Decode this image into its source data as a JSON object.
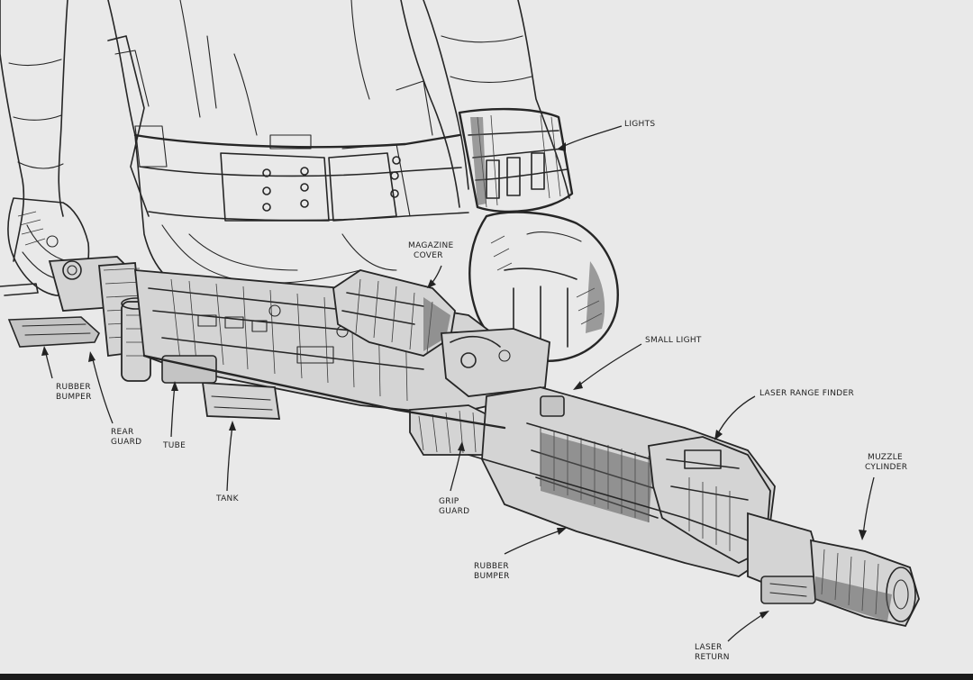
{
  "labels": {
    "lights": "LIGHTS",
    "magazine_cover": [
      "MAGAZINE",
      "COVER"
    ],
    "small_light": "SMALL LIGHT",
    "laser_range_finder": "LASER RANGE FINDER",
    "muzzle_cylinder": [
      "MUZZLE",
      "CYLINDER"
    ],
    "rubber_bumper_rear": [
      "RUBBER",
      "BUMPER"
    ],
    "rear_guard": [
      "REAR",
      "GUARD"
    ],
    "tube": "TUBE",
    "tank": "TANK",
    "grip_guard": [
      "GRIP",
      "GUARD"
    ],
    "rubber_bumper_front": [
      "RUBBER",
      "BUMPER"
    ],
    "laser_return": [
      "LASER",
      "RETURN"
    ]
  },
  "colors": {
    "paper": "#e9e9e9",
    "ink": "#262626",
    "bottom_band": "#1a1a1a"
  }
}
